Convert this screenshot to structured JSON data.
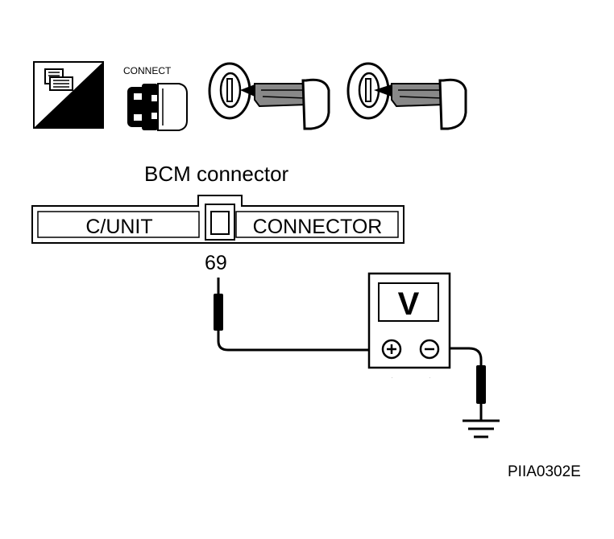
{
  "icons": {
    "harness_icon": {
      "label": "H.S."
    },
    "connect_icon": {
      "label": "CONNECT"
    },
    "ignition_icon_1": {
      "name": "key-insert-icon"
    },
    "ignition_icon_2": {
      "name": "key-insert-icon"
    }
  },
  "connector": {
    "title": "BCM connector",
    "left_label": "C/UNIT",
    "right_label": "CONNECTOR",
    "terminal": "69"
  },
  "meter": {
    "display": "V",
    "positive": "⊕",
    "negative": "⊖"
  },
  "figure_id": "PIIA0302E",
  "colors": {
    "ink": "#000000",
    "paper": "#ffffff",
    "shade": "#777777"
  }
}
